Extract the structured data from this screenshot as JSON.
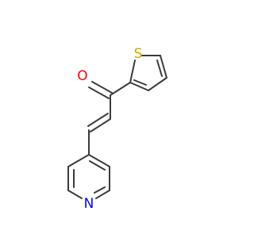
{
  "molecule": {
    "atoms": {
      "oxygen": {
        "symbol": "O",
        "color": "#ff0000"
      },
      "sulfur": {
        "symbol": "S",
        "color": "#ccaa00"
      },
      "nitrogen": {
        "symbol": "N",
        "color": "#0000ff"
      }
    },
    "bond_color": "#3b3b3b"
  }
}
